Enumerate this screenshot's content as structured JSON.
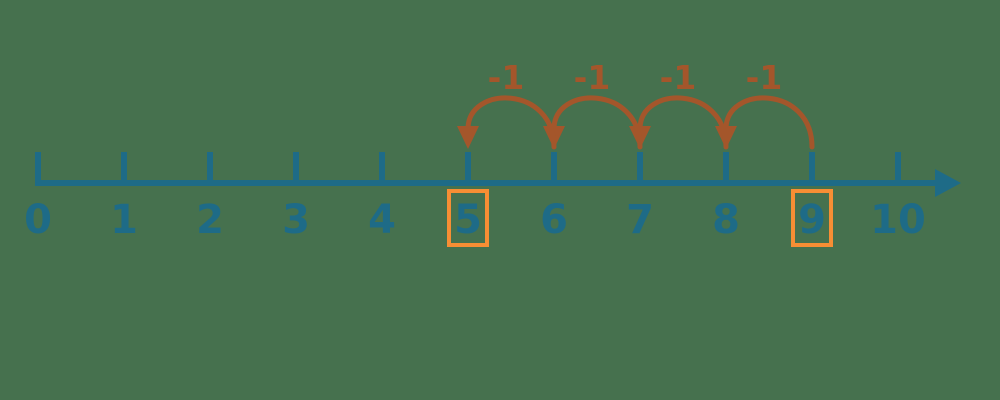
{
  "background_color": "#46714E",
  "number_line": {
    "min": 0,
    "max": 10,
    "step": 1,
    "tick_labels": [
      "0",
      "1",
      "2",
      "3",
      "4",
      "5",
      "6",
      "7",
      "8",
      "9",
      "10"
    ],
    "axis_color": "#1E6B87",
    "boxed_values": [
      5,
      9
    ],
    "box_color": "#F78E34"
  },
  "jumps": {
    "color": "#A4562B",
    "hops": [
      {
        "from": 9,
        "to": 8,
        "label": "-1"
      },
      {
        "from": 8,
        "to": 7,
        "label": "-1"
      },
      {
        "from": 7,
        "to": 6,
        "label": "-1"
      },
      {
        "from": 6,
        "to": 5,
        "label": "-1"
      }
    ]
  }
}
